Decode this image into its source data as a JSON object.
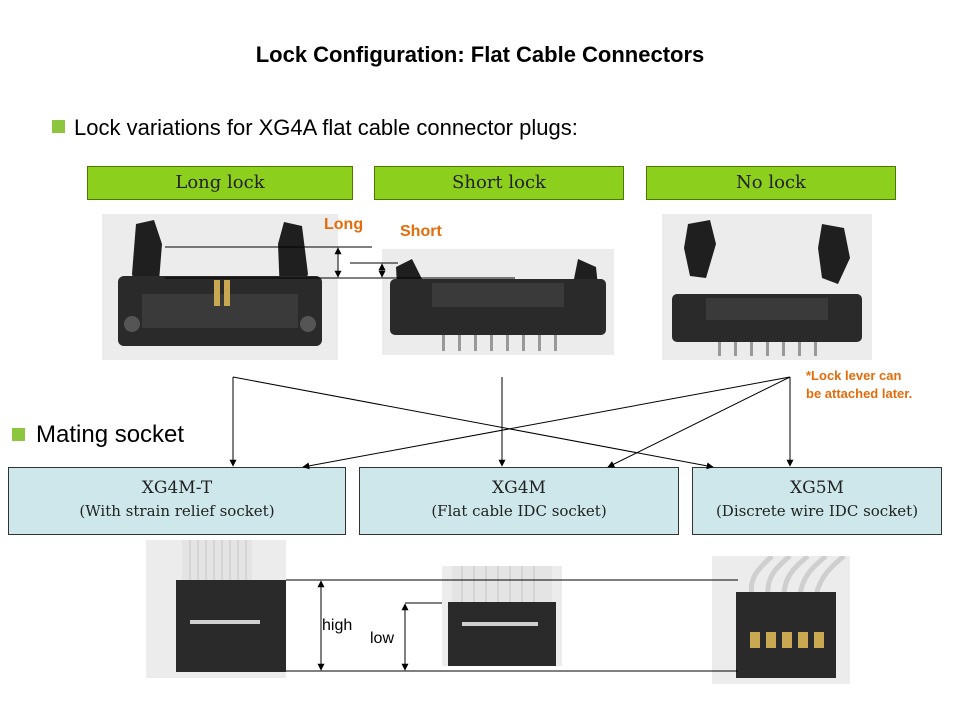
{
  "title": "Lock Configuration: Flat Cable Connectors",
  "bullets": {
    "lock_variations": "Lock variations for XG4A flat cable connector plugs:",
    "mating_socket": "Mating socket"
  },
  "lock_types": {
    "long": "Long lock",
    "short": "Short lock",
    "none": "No lock"
  },
  "callouts": {
    "long": "Long",
    "short": "Short",
    "lever_note_line1": "*Lock lever  can",
    "lever_note_line2": "be attached later.",
    "high": "high",
    "low": "low"
  },
  "sockets": [
    {
      "name": "XG4M-T",
      "desc": "(With strain relief socket)"
    },
    {
      "name": "XG4M",
      "desc": "(Flat cable IDC socket)"
    },
    {
      "name": "XG5M",
      "desc": "(Discrete wire IDC socket)"
    }
  ],
  "colors": {
    "label_green": "#8ccf1c",
    "bullet_green": "#8cc63f",
    "socket_fill": "#cde7ea",
    "accent_orange": "#e46c0a"
  }
}
